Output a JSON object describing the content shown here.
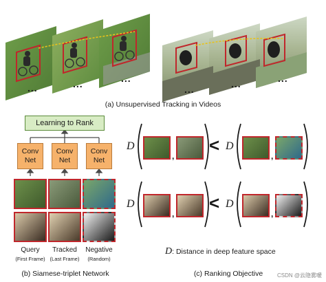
{
  "section_a": {
    "caption": "(a) Unsupervised Tracking in Videos",
    "ellipsis": "..."
  },
  "section_b": {
    "header": "Learning to Rank",
    "conv_net_label": "Conv\nNet",
    "columns": [
      {
        "label": "Query",
        "sublabel": "(First Frame)"
      },
      {
        "label": "Tracked",
        "sublabel": "(Last Frame)"
      },
      {
        "label": "Negative",
        "sublabel": "(Random)"
      }
    ],
    "caption": "(b) Siamese-triplet Network"
  },
  "section_c": {
    "d_symbol": "D",
    "less_symbol": "<",
    "comma": ",",
    "legend_symbol": "D",
    "legend_text": ": Distance in deep feature space",
    "caption": "(c) Ranking Objective"
  },
  "watermark": "CSDN @云隐雾暖",
  "colors": {
    "frame_red": "#c0262b",
    "track_yellow": "#e8c21a",
    "rank_box": "#d8ecc4",
    "conv_box": "#f6b26b"
  }
}
